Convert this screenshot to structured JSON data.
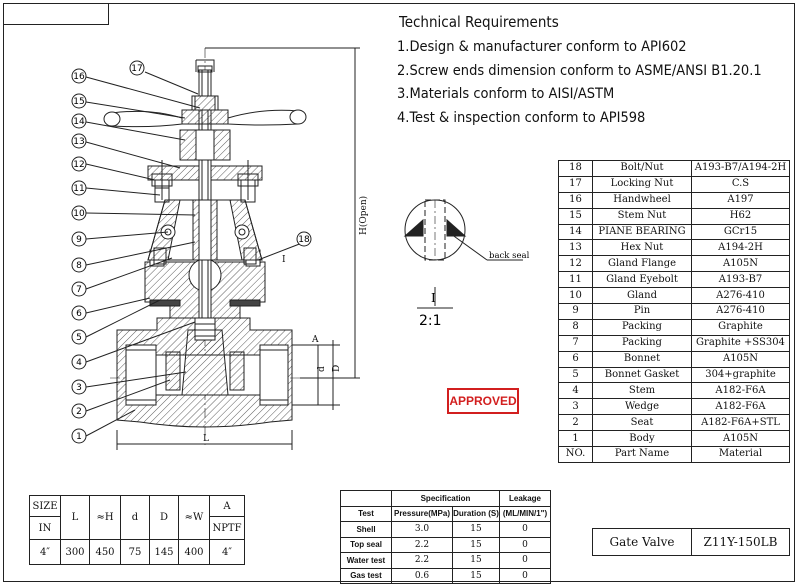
{
  "technical_requirements": {
    "title": "Technical Requirements",
    "items": [
      "1.Design & manufacturer conform to API602",
      "2.Screw ends dimension conform to ASME/ANSI B1.20.1",
      "3.Materials conform to AISI/ASTM",
      "4.Test & inspection conform to API598"
    ]
  },
  "balloons": [
    "1",
    "2",
    "3",
    "4",
    "5",
    "6",
    "7",
    "8",
    "9",
    "10",
    "11",
    "12",
    "13",
    "14",
    "15",
    "16",
    "17",
    "18"
  ],
  "drawing_labels": {
    "height": "H(Open)",
    "length": "L",
    "section": "A",
    "d": "d",
    "D": "D"
  },
  "detail": {
    "label": "back seal",
    "section_mark": "I",
    "scale": "2:1",
    "ref_mark": "I"
  },
  "stamp": "APPROVED",
  "parts_list": {
    "rows": [
      {
        "no": "18",
        "name": "Bolt/Nut",
        "material": "A193-B7/A194-2H"
      },
      {
        "no": "17",
        "name": "Locking Nut",
        "material": "C.S"
      },
      {
        "no": "16",
        "name": "Handwheel",
        "material": "A197"
      },
      {
        "no": "15",
        "name": "Stem Nut",
        "material": "H62"
      },
      {
        "no": "14",
        "name": "PIANE BEARING",
        "material": "GCr15"
      },
      {
        "no": "13",
        "name": "Hex Nut",
        "material": "A194-2H"
      },
      {
        "no": "12",
        "name": "Gland Flange",
        "material": "A105N"
      },
      {
        "no": "11",
        "name": "Gland Eyebolt",
        "material": "A193-B7"
      },
      {
        "no": "10",
        "name": "Gland",
        "material": "A276-410"
      },
      {
        "no": "9",
        "name": "Pin",
        "material": "A276-410"
      },
      {
        "no": "8",
        "name": "Packing",
        "material": "Graphite"
      },
      {
        "no": "7",
        "name": "Packing",
        "material": "Graphite +SS304"
      },
      {
        "no": "6",
        "name": "Bonnet",
        "material": "A105N"
      },
      {
        "no": "5",
        "name": "Bonnet Gasket",
        "material": "304+graphite"
      },
      {
        "no": "4",
        "name": "Stem",
        "material": "A182-F6A"
      },
      {
        "no": "3",
        "name": "Wedge",
        "material": "A182-F6A"
      },
      {
        "no": "2",
        "name": "Seat",
        "material": "A182-F6A+STL"
      },
      {
        "no": "1",
        "name": "Body",
        "material": "A105N"
      }
    ],
    "header": {
      "no": "NO.",
      "name": "Part Name",
      "material": "Material"
    }
  },
  "dimensions": {
    "headers": {
      "size": "SIZE",
      "in": "IN",
      "L": "L",
      "H": "≈H",
      "d": "d",
      "D": "D",
      "W": "≈W",
      "A": "A",
      "nptf": "NPTF"
    },
    "row": {
      "size": "4″",
      "L": "300",
      "H": "450",
      "d": "75",
      "D": "145",
      "W": "400",
      "A": "4″"
    }
  },
  "specification": {
    "title": "Specification",
    "leakage": "Leakage",
    "headers": [
      "Test",
      "Pressure(MPa)",
      "Duration (S)",
      "(ML/MIN/1\")"
    ],
    "rows": [
      {
        "test": "Shell",
        "pressure": "3.0",
        "duration": "15",
        "leak": "0"
      },
      {
        "test": "Top seal",
        "pressure": "2.2",
        "duration": "15",
        "leak": "0"
      },
      {
        "test": "Water test",
        "pressure": "2.2",
        "duration": "15",
        "leak": "0"
      },
      {
        "test": "Gas test",
        "pressure": "0.6",
        "duration": "15",
        "leak": "0"
      }
    ]
  },
  "title_block": {
    "name": "Gate Valve",
    "model": "Z11Y-150LB"
  },
  "colors": {
    "line": "#222222",
    "stamp": "#d21f1f"
  }
}
